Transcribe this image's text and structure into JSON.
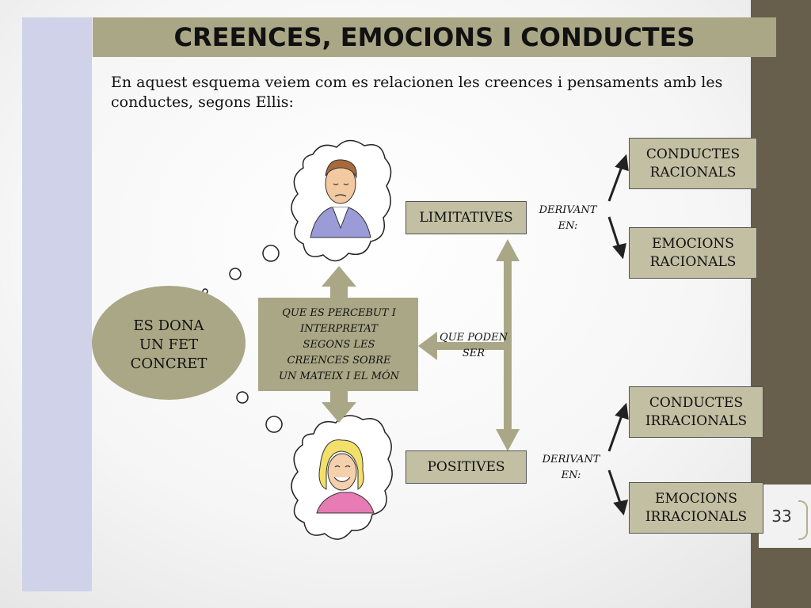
{
  "slide": {
    "title": "CREENCES, EMOCIONS I CONDUCTES",
    "intro": "En aquest esquema veiem com es relacionen les creences i pensaments amb les conductes, segons Ellis:",
    "page_number": "33"
  },
  "diagram": {
    "event": "ES DONA\nUN FET\nCONCRET",
    "perception": "QUE ES PERCEBUT I\nINTERPRETAT\nSEGONS LES\nCREENCES SOBRE\nUN MATEIX I EL MÓN",
    "can_be": "QUE PODEN\nSER",
    "limitatives": "LIMITATIVES",
    "positives": "POSITIVES",
    "deriving_top": "DERIVANT\nEN:",
    "deriving_bottom": "DERIVANT\nEN:",
    "outcome_top_1": "CONDUCTES\nRACIONALS",
    "outcome_top_2": "EMOCIONS\nRACIONALS",
    "outcome_bottom_1": "CONDUCTES\nIRRACIONALS",
    "outcome_bottom_2": "EMOCIONS\nIRRACIONALS"
  },
  "colors": {
    "accent_olive": "#aaa786",
    "box_fill": "#c2bfa3",
    "left_band": "#cfd2e8",
    "right_band": "#675f4b"
  },
  "icons": [
    "sad-man-thought-cloud",
    "happy-woman-thought-cloud"
  ]
}
